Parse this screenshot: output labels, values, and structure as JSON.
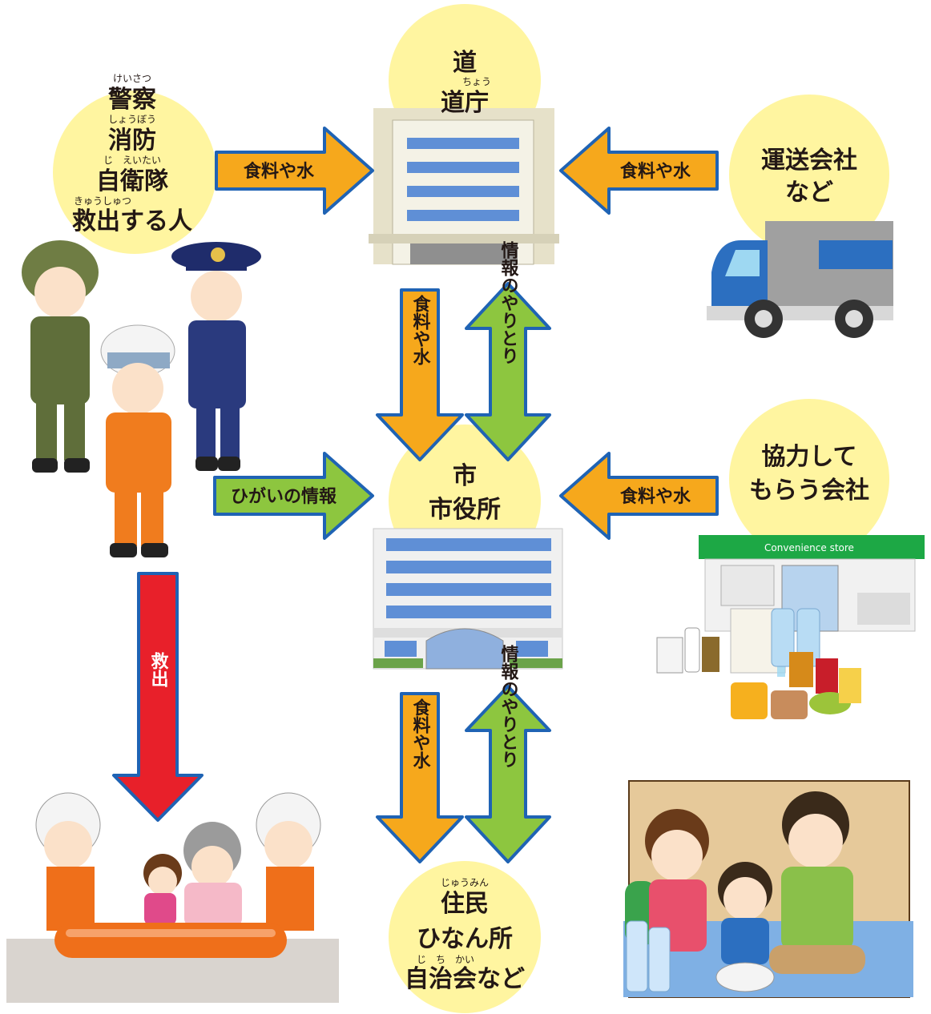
{
  "nodes": {
    "responders": {
      "lines": [
        "警察",
        "消防",
        "自衛隊",
        "救出する人"
      ],
      "ruby": [
        "けいさつ",
        "しょうぼう",
        "じ　えいたい",
        "きゅうしゅつ"
      ]
    },
    "prefecture": {
      "lines": [
        "道",
        "道庁"
      ],
      "ruby": [
        "ちょう"
      ]
    },
    "transport": {
      "lines": [
        "運送会社",
        "など"
      ]
    },
    "city": {
      "lines": [
        "市",
        "市役所"
      ]
    },
    "partners": {
      "lines": [
        "協力して",
        "もらう会社"
      ],
      "store_sign": "Convenience store"
    },
    "residents": {
      "lines": [
        "住民",
        "ひなん所",
        "自治会など"
      ],
      "ruby": [
        "じゅうみん",
        "じ　ち　かい"
      ]
    }
  },
  "arrows": {
    "responders_to_prefecture": "食料や水",
    "transport_to_prefecture": "食料や水",
    "prefecture_to_city_supplies": "食料や水",
    "prefecture_city_info": "情報のやりとり",
    "responders_to_city": "ひがいの情報",
    "partners_to_city": "食料や水",
    "city_to_residents_supplies": "食料や水",
    "city_residents_info": "情報のやりとり",
    "rescue": "救出"
  },
  "colors": {
    "circle": "#fff5a0",
    "arrow_orange": "#f6a81c",
    "arrow_green": "#8dc63f",
    "arrow_red": "#e8202a",
    "arrow_border": "#1f63b4"
  }
}
